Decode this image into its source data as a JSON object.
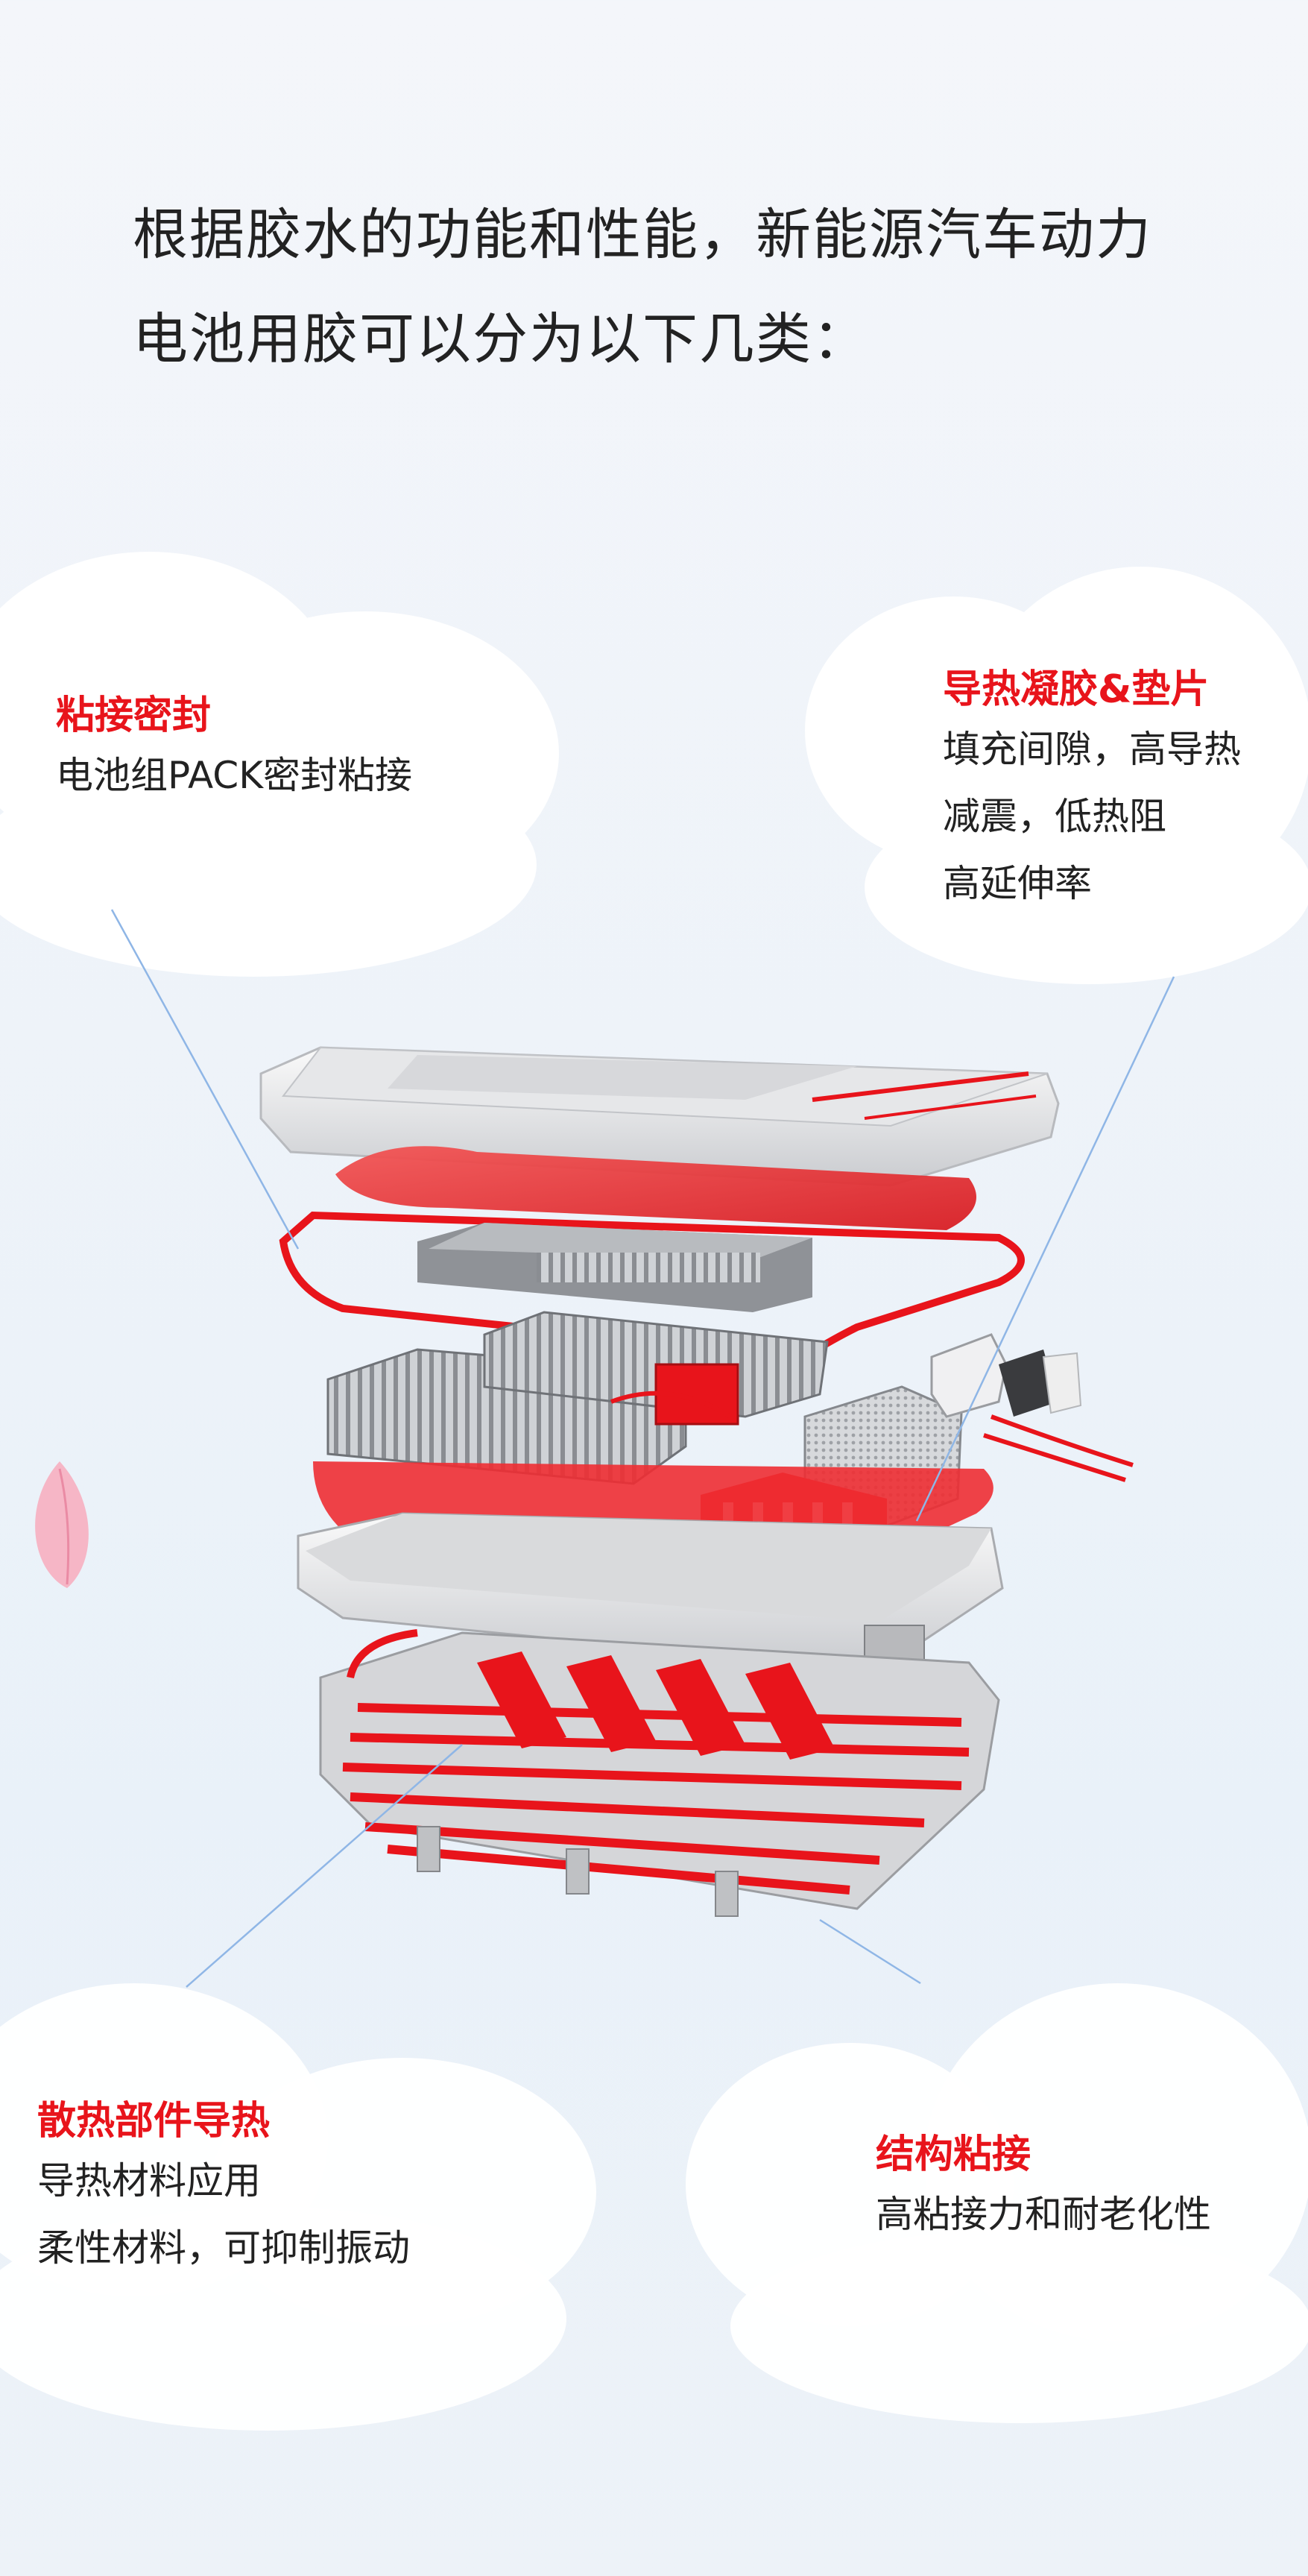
{
  "intro": {
    "line1": "根据胶水的功能和性能，新能源汽车动力",
    "line2": "电池用胶可以分为以下几类："
  },
  "callouts": {
    "bonding_seal": {
      "title": "粘接密封",
      "lines": [
        "电池组PACK密封粘接"
      ]
    },
    "thermal_gel": {
      "title": "导热凝胶&垫片",
      "lines": [
        "填充间隙，高导热",
        "减震，低热阻",
        "高延伸率"
      ]
    },
    "heat_dissipation": {
      "title": "散热部件导热",
      "lines": [
        "导热材料应用",
        "柔性材料，可抑制振动"
      ]
    },
    "structural_bonding": {
      "title": "结构粘接",
      "lines": [
        "高粘接力和耐老化性"
      ]
    }
  },
  "colors": {
    "accent_red": "#e8141b",
    "text_dark": "#222222",
    "leader_line": "#8fb6e6"
  }
}
